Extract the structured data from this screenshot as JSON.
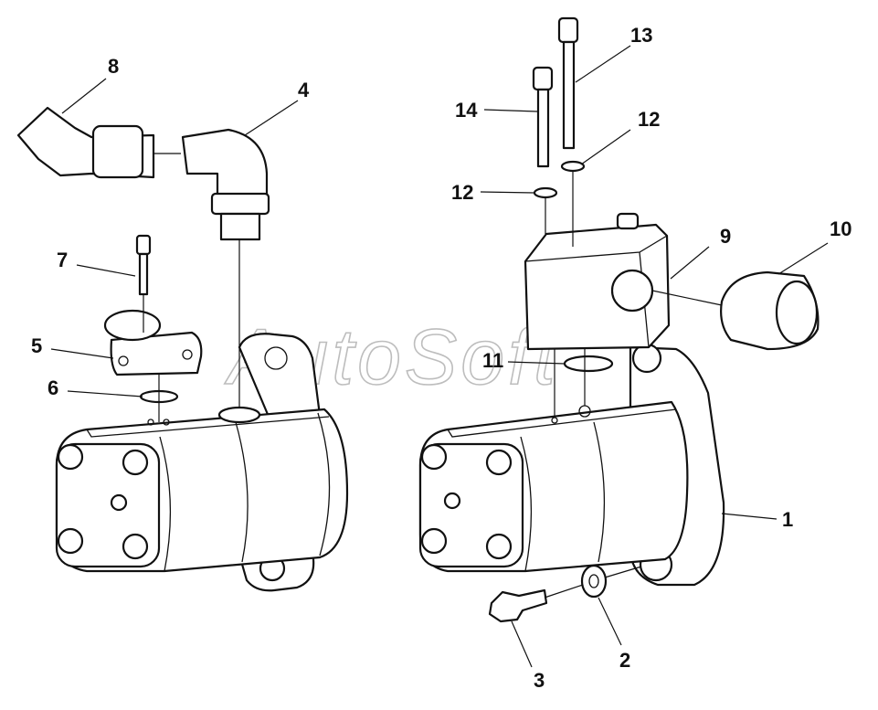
{
  "watermark": "AutoSoft",
  "callouts": [
    {
      "id": "c1",
      "text": "1"
    },
    {
      "id": "c2",
      "text": "2"
    },
    {
      "id": "c3",
      "text": "3"
    },
    {
      "id": "c4",
      "text": "4"
    },
    {
      "id": "c5",
      "text": "5"
    },
    {
      "id": "c6",
      "text": "6"
    },
    {
      "id": "c7",
      "text": "7"
    },
    {
      "id": "c8",
      "text": "8"
    },
    {
      "id": "c9",
      "text": "9"
    },
    {
      "id": "c10",
      "text": "10"
    },
    {
      "id": "c11",
      "text": "11"
    },
    {
      "id": "c12a",
      "text": "12"
    },
    {
      "id": "c12b",
      "text": "12"
    },
    {
      "id": "c13",
      "text": "13"
    },
    {
      "id": "c14",
      "text": "14"
    }
  ]
}
